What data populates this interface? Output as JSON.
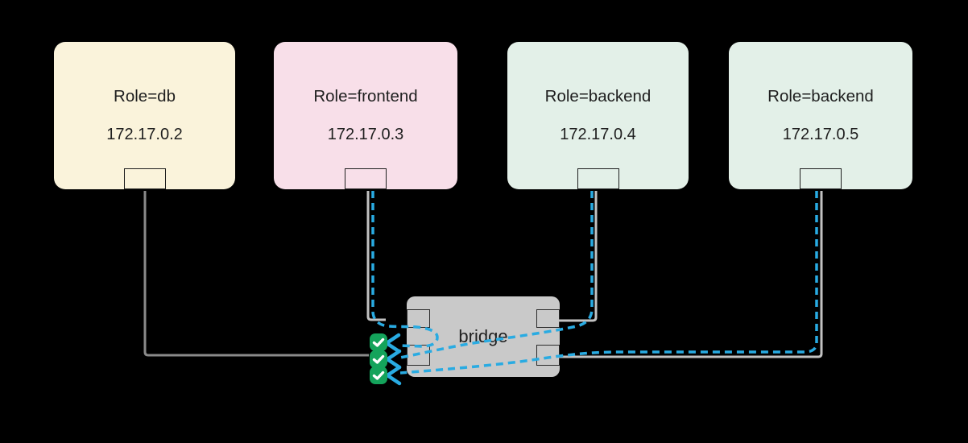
{
  "diagram": {
    "title": "",
    "containers": [
      {
        "role": "Role=db",
        "ip": "172.17.0.2",
        "fill": "#FAF3DB"
      },
      {
        "role": "Role=frontend",
        "ip": "172.17.0.3",
        "fill": "#F8DFE9"
      },
      {
        "role": "Role=backend",
        "ip": "172.17.0.4",
        "fill": "#E3F0E8"
      },
      {
        "role": "Role=backend",
        "ip": "172.17.0.5",
        "fill": "#E3F0E8"
      }
    ],
    "bridge": {
      "label": "bridge",
      "fill": "#C9C9C9"
    },
    "colors": {
      "canvas_bg": "#000000",
      "db_link_gray": "#8A8A8A",
      "link_gray": "#C2C2C2",
      "dashed_blue": "#29ABE2",
      "badge_green": "#14A35B",
      "badge_check_white": "#FFFFFF",
      "text_dark": "#1F1F1F"
    },
    "icons": {
      "badge_icon": "checkmark-icon",
      "arrow_icon": "left-arrowhead-icon"
    }
  }
}
